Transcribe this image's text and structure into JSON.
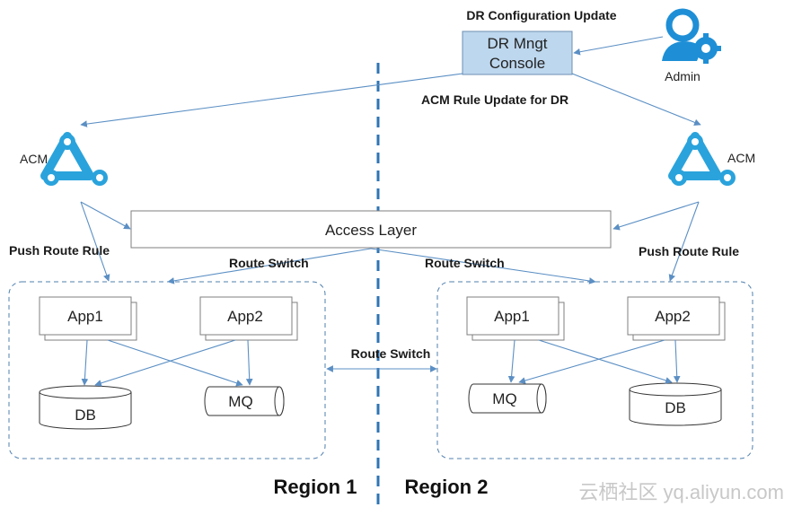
{
  "labels": {
    "dr_config_update": "DR Configuration Update",
    "console_line1": "DR Mngt",
    "console_line2": "Console",
    "admin": "Admin",
    "acm_rule_update": "ACM Rule Update for DR",
    "acm_left": "ACM",
    "acm_right": "ACM",
    "access_layer": "Access Layer",
    "push_route_left": "Push Route Rule",
    "push_route_right": "Push Route Rule",
    "route_switch_left": "Route Switch",
    "route_switch_right": "Route Switch",
    "route_switch_middle": "Route Switch",
    "region1": "Region 1",
    "region2": "Region 2",
    "watermark": "云栖社区 yq.aliyun.com"
  },
  "region1": {
    "app1": "App1",
    "app2": "App2",
    "db": "DB",
    "mq": "MQ"
  },
  "region2": {
    "app1": "App1",
    "app2": "App2",
    "mq": "MQ",
    "db": "DB"
  },
  "colors": {
    "arrow": "#5b8fc4",
    "console_fill": "#bdd7ee",
    "acm_icon": "#2aa3dc",
    "admin_icon": "#1e8fd6",
    "divider": "#2f74b5"
  },
  "icons": {
    "acm": "acm-chain-icon",
    "admin": "admin-gear-icon"
  }
}
